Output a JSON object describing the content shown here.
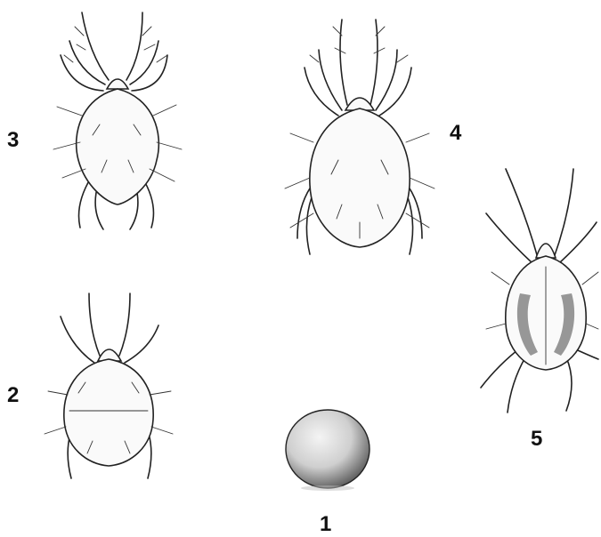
{
  "labels": {
    "egg": "1",
    "stage2": "2",
    "stage3": "3",
    "stage4": "4",
    "stage5": "5"
  },
  "colors": {
    "ink": "#222222",
    "egg_fill": "#d9d9d9",
    "background": "#ffffff"
  }
}
